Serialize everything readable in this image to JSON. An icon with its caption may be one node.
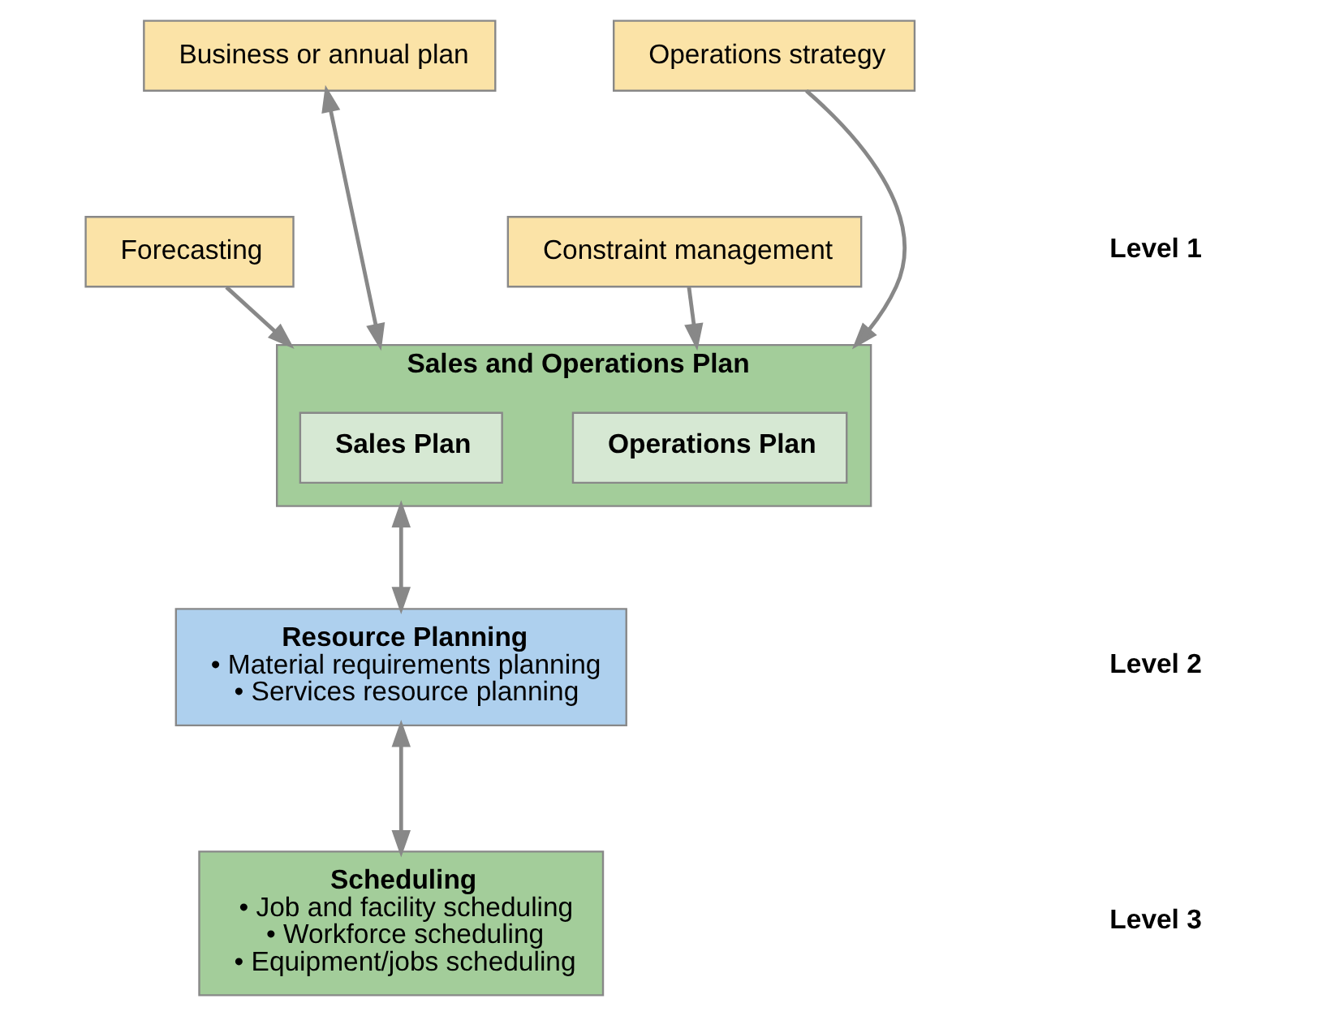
{
  "diagram": {
    "nodes": [
      {
        "text": [
          "Business or annual plan"
        ]
      },
      {
        "text": [
          "Operations strategy"
        ]
      },
      {
        "text": [
          "Forecasting"
        ]
      },
      {
        "text": [
          "Sales and Operations Plan"
        ]
      },
      {
        "text": [
          "Sales Plan"
        ],
        "in": 3
      },
      {
        "text": [
          "Operations Plan"
        ],
        "in": 3
      },
      {
        "text": [
          "Constraint management"
        ]
      },
      {
        "text": [
          "Resource Planning",
          "• Material requirements planning",
          "• Services resource planning"
        ]
      },
      {
        "text": [
          "Scheduling",
          "• Job and facility scheduling",
          "• Workforce scheduling",
          "• Equipment/jobs scheduling"
        ]
      }
    ],
    "edges": [
      {
        "from": 0,
        "to": 3,
        "arrow": "both"
      },
      {
        "from": 1,
        "to": 3,
        "arrow": "to"
      },
      {
        "from": 2,
        "to": 3,
        "arrow": "to"
      },
      {
        "from": 6,
        "to": 3,
        "arrow": "to"
      },
      {
        "from": 3,
        "to": 7,
        "arrow": "both"
      },
      {
        "from": 7,
        "to": 8,
        "arrow": "both"
      }
    ],
    "labels": [
      "Level 1",
      "Level 2",
      "Level 3"
    ]
  }
}
